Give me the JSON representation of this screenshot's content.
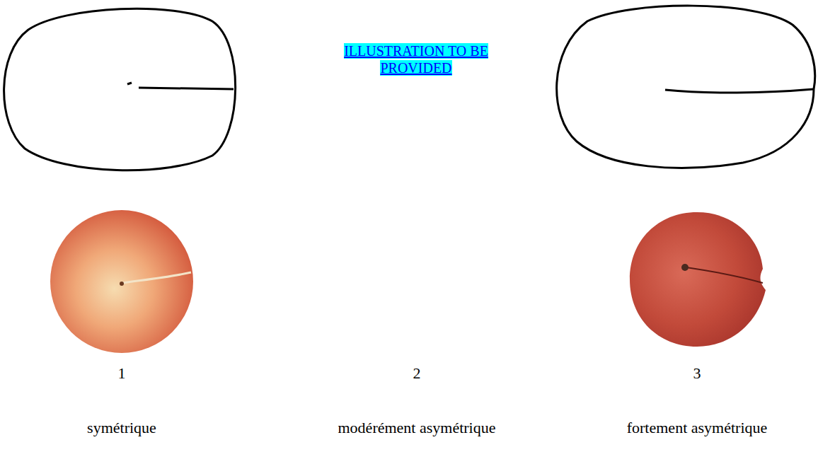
{
  "diagram": {
    "labels": [
      "ILLUSTRATION TO BE PROVIDED",
      "1",
      "2",
      "3",
      "symétrique",
      "modérément asymétrique",
      "fortement asymétrique"
    ]
  }
}
